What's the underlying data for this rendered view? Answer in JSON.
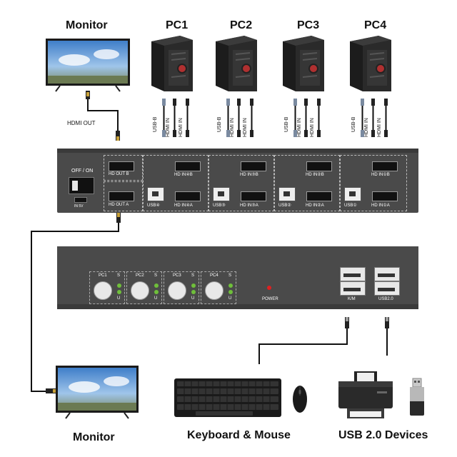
{
  "labels": {
    "monitor_top": "Monitor",
    "pc1": "PC1",
    "pc2": "PC2",
    "pc3": "PC3",
    "pc4": "PC4",
    "hdmi_out": "HDMI OUT",
    "usb_b": "USB-B",
    "hdmi_in": "HDMI IN",
    "monitor_bottom": "Monitor",
    "keyboard_mouse": "Keyboard & Mouse",
    "usb_devices": "USB 2.0 Devices"
  },
  "back_panel": {
    "off_on": "OFF / ON",
    "in_5v": "IN 5V",
    "hd_out_b": "HD OUT B",
    "hd_out_a": "HD OUT A",
    "hd_in_4_b": "HD IN④B",
    "hd_in_3_b": "HD IN③B",
    "hd_in_2_b": "HD IN②B",
    "hd_in_1_b": "HD IN①B",
    "usb_4": "USB④",
    "usb_3": "USB③",
    "usb_2": "USB②",
    "usb_1": "USB①",
    "hd_in_4_a": "HD IN④A",
    "hd_in_3_a": "HD IN③A",
    "hd_in_2_a": "HD IN②A",
    "hd_in_1_a": "HD IN①A"
  },
  "front_panel": {
    "pc1": "PC1",
    "pc2": "PC2",
    "pc3": "PC3",
    "pc4": "PC4",
    "s": "S",
    "u": "U",
    "power": "POWER",
    "km": "K/M",
    "usb20": "USB2.0"
  },
  "colors": {
    "panel": "#4a4a4a",
    "panel_dark": "#2f2f2f",
    "port": "#111111",
    "led_green": "#6fbf3a",
    "led_red": "#e02020",
    "cable": "#111111"
  }
}
